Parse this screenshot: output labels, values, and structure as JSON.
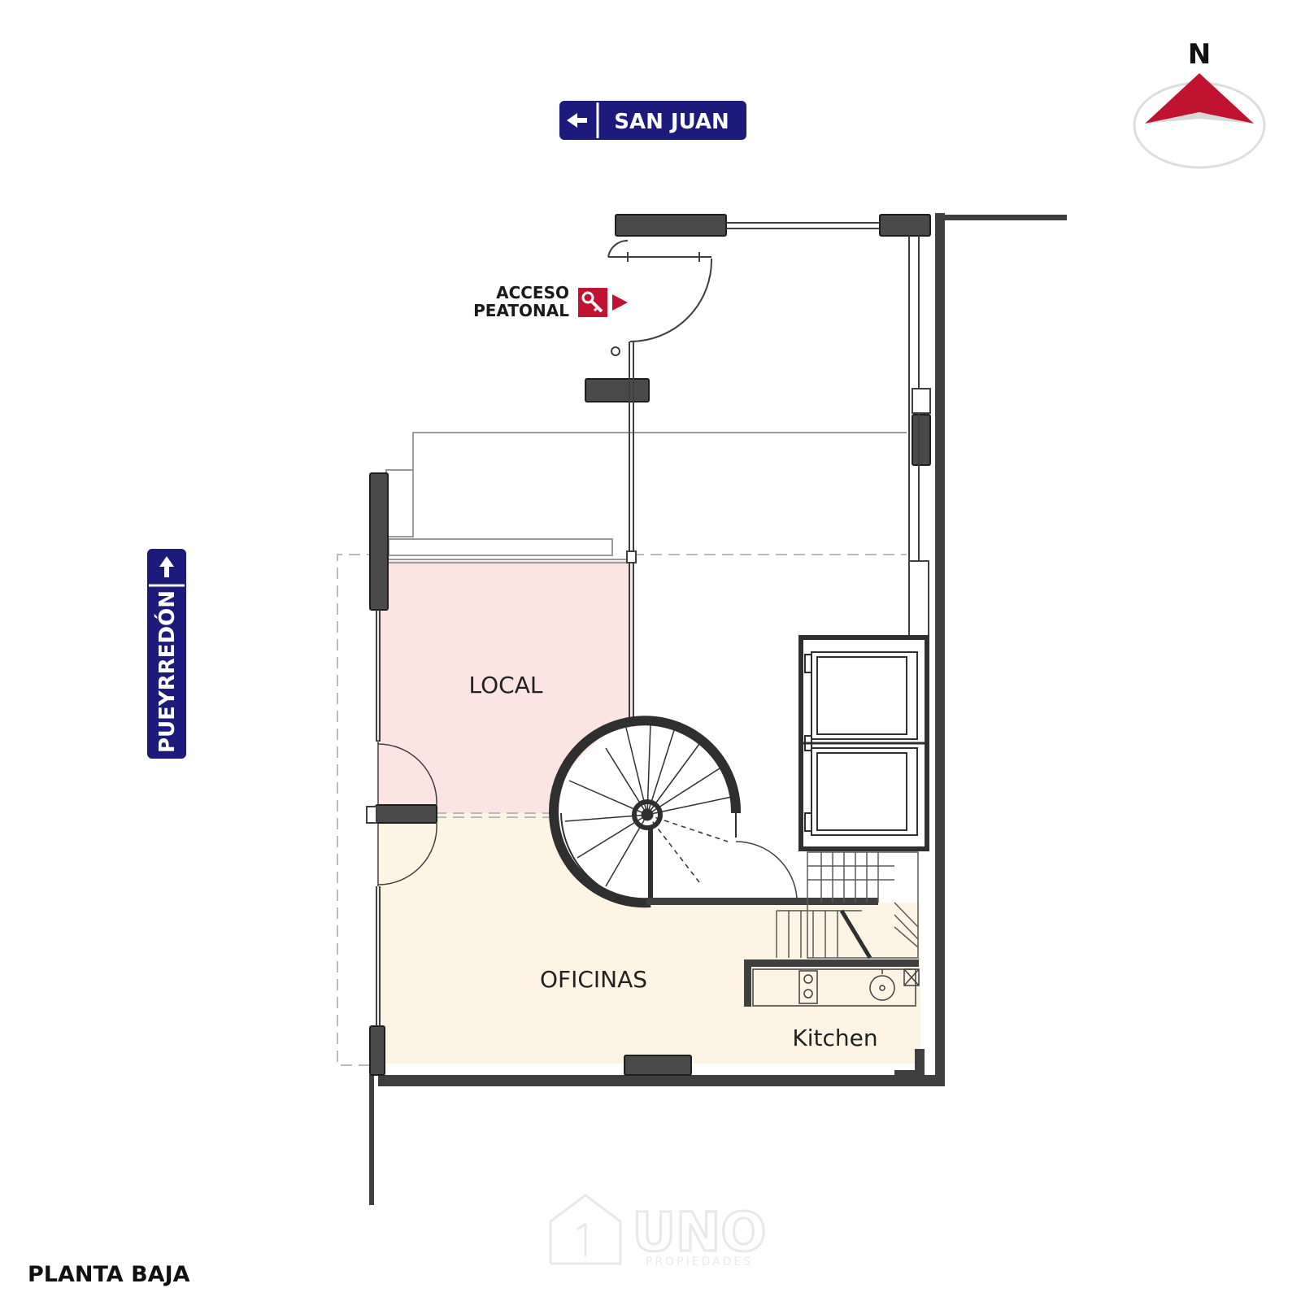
{
  "plan": {
    "title": "PLANTA BAJA",
    "north_label": "N"
  },
  "streets": {
    "top": {
      "name": "SAN JUAN",
      "arrow_icon": "arrow-left-icon"
    },
    "left": {
      "name": "PUEYRREDÓN",
      "arrow_icon": "arrow-up-icon"
    }
  },
  "access": {
    "line1": "ACCESO",
    "line2": "PEATONAL",
    "icon": "key-icon"
  },
  "rooms": {
    "local": "LOCAL",
    "oficinas": "OFICINAS",
    "kitchen": "Kitchen"
  },
  "watermark": {
    "brand": "UNO",
    "sub": "PROPIEDADES"
  },
  "colors": {
    "street_sign": "#1c1a7a",
    "accent_red": "#c0132f",
    "wall": "#3f3f3f",
    "local_fill": "#fbe4e1",
    "oficinas_fill": "#fdf4e4"
  }
}
